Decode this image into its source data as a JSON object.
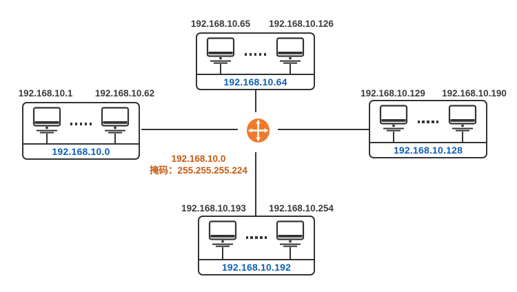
{
  "subnets": [
    {
      "position": "top",
      "host_first": "192.168.10.65",
      "host_last": "192.168.10.126",
      "network": "192.168.10.64"
    },
    {
      "position": "left",
      "host_first": "192.168.10.1",
      "host_last": "192.168.10.62",
      "network": "192.168.10.0"
    },
    {
      "position": "right",
      "host_first": "192.168.10.129",
      "host_last": "192.168.10.190",
      "network": "192.168.10.128"
    },
    {
      "position": "bottom",
      "host_first": "192.168.10.193",
      "host_last": "192.168.10.254",
      "network": "192.168.10.192"
    }
  ],
  "center": {
    "network": "192.168.10.0",
    "mask": "掩码：255.255.255.224"
  },
  "icons": {
    "router": "router-arrows-icon",
    "host": "computer-icon",
    "more_hosts": "ellipsis-dots-icon"
  },
  "colors": {
    "line": "#333333",
    "ip_label": "#3a3a3a",
    "network_label": "#0e5fb4",
    "center_text": "#c55a11",
    "router_orange": "#ee7b2d"
  }
}
